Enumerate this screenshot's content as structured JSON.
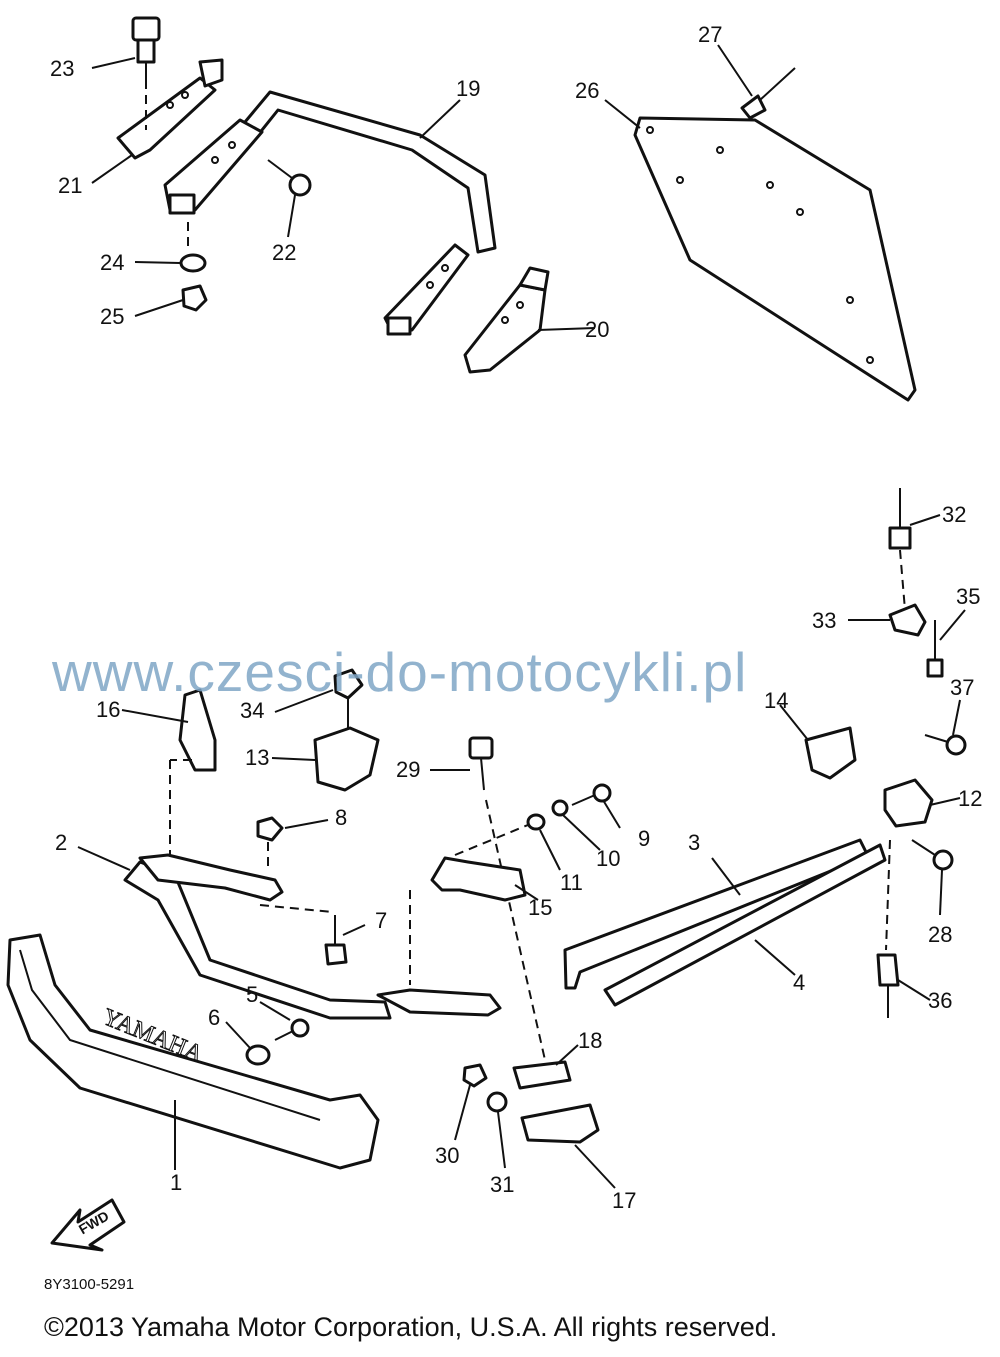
{
  "watermark": "www.czesci-do-motocykli.pl",
  "drawing_code": "8Y3100-5291",
  "copyright": "©2013 Yamaha Motor Corporation, U.S.A. All rights reserved.",
  "bumper_text": "YAMAHA",
  "fwd_label": "FWD",
  "colors": {
    "line": "#111111",
    "watermark": "#7fa6c6",
    "background": "#ffffff"
  },
  "callouts": [
    "1",
    "2",
    "3",
    "4",
    "5",
    "6",
    "7",
    "8",
    "9",
    "10",
    "11",
    "12",
    "13",
    "14",
    "15",
    "16",
    "17",
    "18",
    "19",
    "20",
    "21",
    "22",
    "23",
    "24",
    "25",
    "26",
    "27",
    "28",
    "29",
    "30",
    "31",
    "32",
    "33",
    "34",
    "35",
    "36",
    "37"
  ]
}
